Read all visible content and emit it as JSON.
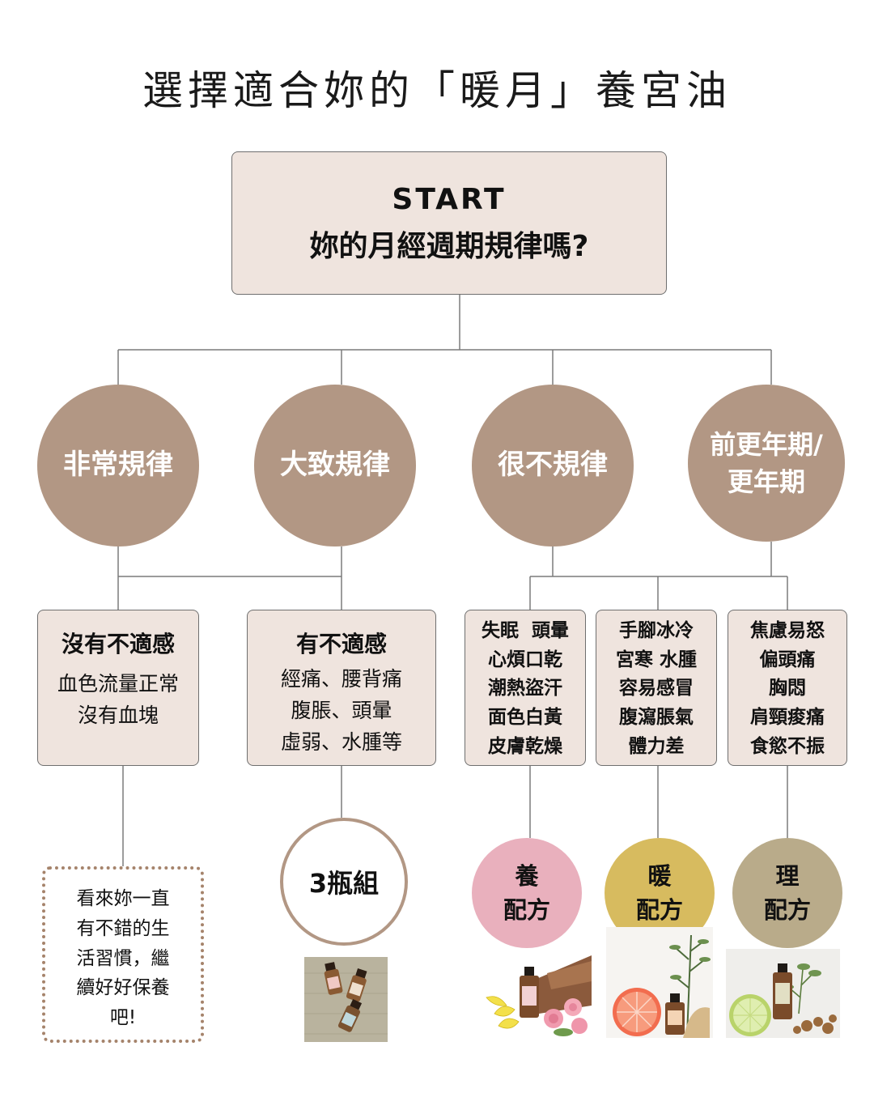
{
  "title": "選擇適合妳的「暖月」養宮油",
  "start": {
    "label": "START",
    "question": "妳的月經週期規律嗎?"
  },
  "options": [
    {
      "line1": "非常規律",
      "line2": ""
    },
    {
      "line1": "大致規律",
      "line2": ""
    },
    {
      "line1": "很不規律",
      "line2": ""
    },
    {
      "line1": "前更年期/",
      "line2": "更年期"
    }
  ],
  "no_discomfort": {
    "heading": "沒有不適感",
    "lines": [
      "血色流量正常",
      "沒有血塊"
    ]
  },
  "discomfort": {
    "heading": "有不適感",
    "lines": [
      "經痛、腰背痛",
      "腹脹、頭暈",
      "虛弱、水腫等"
    ]
  },
  "symptoms": [
    [
      "失眠  頭暈",
      "心煩口乾",
      "潮熱盜汗",
      "面色白黃",
      "皮膚乾燥"
    ],
    [
      "手腳冰冷",
      "宮寒 水腫",
      "容易感冒",
      "腹瀉脹氣",
      "體力差"
    ],
    [
      "焦慮易怒",
      "偏頭痛",
      "胸悶",
      "肩頸痠痛",
      "食慾不振"
    ]
  ],
  "note": [
    "看來妳一直",
    "有不錯的生",
    "活習慣，繼",
    "續好好保養",
    "吧!"
  ],
  "set": "3瓶組",
  "formulas": [
    {
      "top": "養",
      "bottom": "配方",
      "color": "#e9b0bd"
    },
    {
      "top": "暖",
      "bottom": "配方",
      "color": "#d7bb5f"
    },
    {
      "top": "理",
      "bottom": "配方",
      "color": "#b9ab8a"
    }
  ],
  "colors": {
    "circle": "#b29784",
    "box": "#efe4de",
    "note_border": "#a5836b"
  }
}
